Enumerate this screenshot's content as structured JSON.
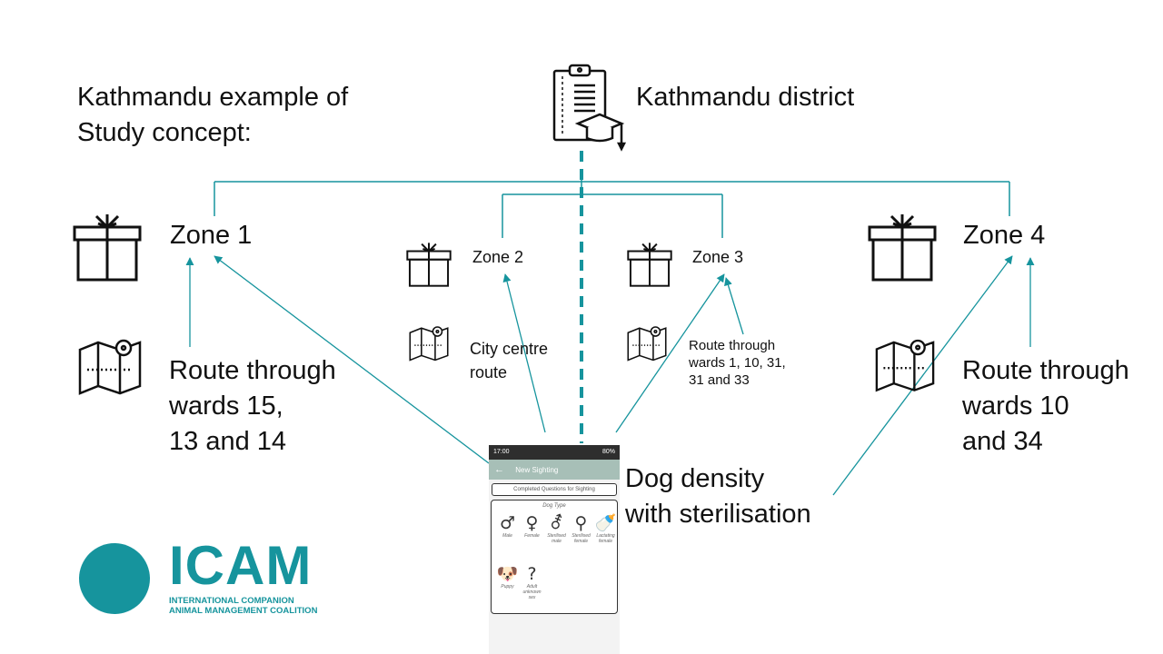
{
  "heading": {
    "line1": "Kathmandu example of",
    "line2": "Study concept:"
  },
  "root": {
    "label": "Kathmandu district",
    "icon": "clipboard-graduation-icon"
  },
  "zones": [
    {
      "label": "Zone 1",
      "route": [
        "Route through",
        "wards 15,",
        "13 and 14"
      ]
    },
    {
      "label": "Zone 2",
      "route": [
        "City centre",
        "route"
      ]
    },
    {
      "label": "Zone 3",
      "route": [
        "Route through",
        "wards 1, 10, 31,",
        "31 and 33"
      ]
    },
    {
      "label": "Zone 4",
      "route": [
        "Route through",
        "wards 10",
        "and 34"
      ]
    }
  ],
  "survey": {
    "label_line1": "Dog density",
    "label_line2": "with sterilisation"
  },
  "phone": {
    "status_time": "17:00",
    "status_battery": "80%",
    "title": "New Sighting",
    "completed": "Completed Questions for Sighting",
    "card_title": "Dog Type",
    "options": [
      {
        "symbol": "♂",
        "label": "Male"
      },
      {
        "symbol": "♀",
        "label": "Female"
      },
      {
        "symbol": "⚦",
        "label": "Sterilised male"
      },
      {
        "symbol": "⚲",
        "label": "Sterilised female"
      },
      {
        "symbol": "🍼",
        "label": "Lactating female"
      },
      {
        "symbol": "🐶",
        "label": "Puppy"
      },
      {
        "symbol": "?",
        "label": "Adult unknown sex"
      }
    ]
  },
  "logo": {
    "word": "ICAM",
    "line1": "INTERNATIONAL COMPANION",
    "line2": "ANIMAL MANAGEMENT COALITION"
  },
  "colors": {
    "connector": "#16949d",
    "logo": "#16949d",
    "dashed": "#16949d"
  }
}
